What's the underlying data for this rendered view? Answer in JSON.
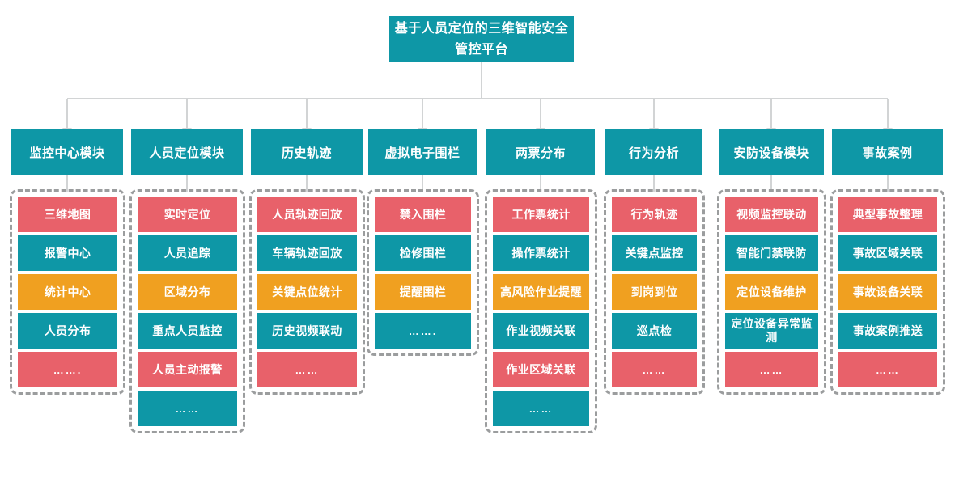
{
  "colors": {
    "teal": "#0e97a6",
    "red": "#e8616a",
    "orange": "#f0a020",
    "connector": "#d2d4d5",
    "group_border": "#9b9d9e"
  },
  "root": {
    "title": "基于人员定位的三维智能安全管控平台"
  },
  "columns": [
    {
      "header": "监控中心模块",
      "items": [
        {
          "label": "三维地图",
          "color": "red"
        },
        {
          "label": "报警中心",
          "color": "teal"
        },
        {
          "label": "统计中心",
          "color": "orange"
        },
        {
          "label": "人员分布",
          "color": "teal"
        },
        {
          "label": "…….",
          "color": "red"
        }
      ]
    },
    {
      "header": "人员定位模块",
      "items": [
        {
          "label": "实时定位",
          "color": "red"
        },
        {
          "label": "人员追踪",
          "color": "teal"
        },
        {
          "label": "区域分布",
          "color": "orange"
        },
        {
          "label": "重点人员监控",
          "color": "teal"
        },
        {
          "label": "人员主动报警",
          "color": "red"
        },
        {
          "label": "……",
          "color": "teal"
        }
      ]
    },
    {
      "header": "历史轨迹",
      "items": [
        {
          "label": "人员轨迹回放",
          "color": "red"
        },
        {
          "label": "车辆轨迹回放",
          "color": "teal"
        },
        {
          "label": "关键点位统计",
          "color": "orange"
        },
        {
          "label": "历史视频联动",
          "color": "teal"
        },
        {
          "label": "……",
          "color": "red"
        }
      ]
    },
    {
      "header": "虚拟电子围栏",
      "items": [
        {
          "label": "禁入围栏",
          "color": "red"
        },
        {
          "label": "检修围栏",
          "color": "teal"
        },
        {
          "label": "提醒围栏",
          "color": "orange"
        },
        {
          "label": "…….",
          "color": "teal"
        }
      ]
    },
    {
      "header": "两票分布",
      "items": [
        {
          "label": "工作票统计",
          "color": "red"
        },
        {
          "label": "操作票统计",
          "color": "teal"
        },
        {
          "label": "高风险作业提醒",
          "color": "orange"
        },
        {
          "label": "作业视频关联",
          "color": "teal"
        },
        {
          "label": "作业区域关联",
          "color": "red"
        },
        {
          "label": "……",
          "color": "teal"
        }
      ]
    },
    {
      "header": "行为分析",
      "items": [
        {
          "label": "行为轨迹",
          "color": "red"
        },
        {
          "label": "关键点监控",
          "color": "teal"
        },
        {
          "label": "到岗到位",
          "color": "orange"
        },
        {
          "label": "巡点检",
          "color": "teal"
        },
        {
          "label": "……",
          "color": "red"
        }
      ]
    },
    {
      "header": "安防设备模块",
      "items": [
        {
          "label": "视频监控联动",
          "color": "red"
        },
        {
          "label": "智能门禁联防",
          "color": "teal"
        },
        {
          "label": "定位设备维护",
          "color": "orange"
        },
        {
          "label": "定位设备异常监测",
          "color": "teal"
        },
        {
          "label": "……",
          "color": "red"
        }
      ]
    },
    {
      "header": "事故案例",
      "items": [
        {
          "label": "典型事故整理",
          "color": "red"
        },
        {
          "label": "事故区域关联",
          "color": "teal"
        },
        {
          "label": "事故设备关联",
          "color": "orange"
        },
        {
          "label": "事故案例推送",
          "color": "teal"
        },
        {
          "label": "……",
          "color": "red"
        }
      ]
    }
  ],
  "layout": {
    "column_x": [
      14,
      162,
      310,
      455,
      601,
      748,
      888,
      1028
    ],
    "column_w": [
      138,
      138,
      138,
      134,
      134,
      120,
      130,
      137
    ],
    "group_x": [
      12,
      160,
      308,
      453,
      599,
      746,
      886,
      1026
    ],
    "group_w": [
      143,
      143,
      143,
      139,
      139,
      125,
      135,
      142
    ]
  }
}
